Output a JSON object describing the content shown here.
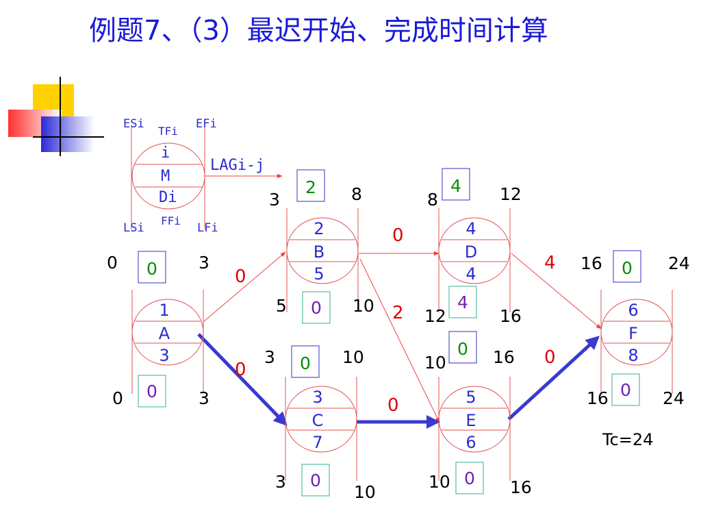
{
  "title": "例题7、（3）最迟开始、完成时间计算",
  "legend": {
    "es": "ESi",
    "ef": "EFi",
    "ls": "LSi",
    "lf": "LFi",
    "tf": "TFi",
    "ff": "FFi",
    "id": "i",
    "name": "M",
    "dur": "Di",
    "lag": "LAGi-j"
  },
  "nodes": [
    {
      "key": "A",
      "id": "1",
      "name": "A",
      "dur": "3",
      "es": "0",
      "ef": "3",
      "ls": "0",
      "lf": "3",
      "tf": "0",
      "ff": "0"
    },
    {
      "key": "B",
      "id": "2",
      "name": "B",
      "dur": "5",
      "es": "3",
      "ef": "8",
      "ls": "5",
      "lf": "10",
      "tf": "2",
      "ff": "0"
    },
    {
      "key": "C",
      "id": "3",
      "name": "C",
      "dur": "7",
      "es": "3",
      "ef": "10",
      "ls": "3",
      "lf": "10",
      "tf": "0",
      "ff": "0"
    },
    {
      "key": "D",
      "id": "4",
      "name": "D",
      "dur": "4",
      "es": "8",
      "ef": "12",
      "ls": "12",
      "lf": "16",
      "tf": "4",
      "ff": "4"
    },
    {
      "key": "E",
      "id": "5",
      "name": "E",
      "dur": "6",
      "es": "10",
      "ef": "16",
      "ls": "10",
      "lf": "16",
      "tf": "0",
      "ff": "0"
    },
    {
      "key": "F",
      "id": "6",
      "name": "F",
      "dur": "8",
      "es": "16",
      "ef": "24",
      "ls": "16",
      "lf": "24",
      "tf": "0",
      "ff": "0"
    }
  ],
  "edges": [
    {
      "from": "A",
      "to": "B",
      "lag": "0",
      "critical": false
    },
    {
      "from": "A",
      "to": "C",
      "lag": "0",
      "critical": true
    },
    {
      "from": "B",
      "to": "D",
      "lag": "0",
      "critical": false
    },
    {
      "from": "B",
      "to": "E",
      "lag": "2",
      "critical": false
    },
    {
      "from": "C",
      "to": "E",
      "lag": "0",
      "critical": true
    },
    {
      "from": "D",
      "to": "F",
      "lag": "4",
      "critical": false
    },
    {
      "from": "E",
      "to": "F",
      "lag": "0",
      "critical": true
    }
  ],
  "tc": "Tc=24",
  "colors": {
    "title": "#1a1ad8",
    "node_line": "#e05050",
    "node_text": "#2a2ad0",
    "tf_text": "#0a8a0a",
    "tf_box": "#3030c0",
    "ff_text": "#7020b0",
    "ff_box": "#30b090",
    "lag_text": "#e00000",
    "critical": "#3a3ad0",
    "edge": "#f04040",
    "time": "#000000"
  }
}
